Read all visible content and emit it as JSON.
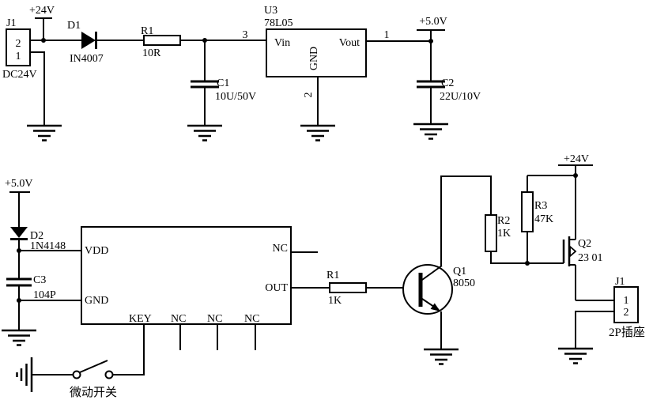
{
  "schematic": {
    "background": "#ffffff",
    "line_color": "#000000",
    "power": {
      "v24_top": "+24V",
      "v5_top": "+5.0V",
      "v5_bottom": "+5.0V",
      "v24_bottom": "+24V"
    },
    "top": {
      "j1": {
        "ref": "J1",
        "pin2": "2",
        "pin1": "1",
        "desc": "DC24V"
      },
      "d1": {
        "ref": "D1",
        "part": "IN4007"
      },
      "r1": {
        "ref": "R1",
        "value": "10R"
      },
      "c1": {
        "ref": "C1",
        "value": "10U/50V"
      },
      "u3": {
        "ref": "U3",
        "part": "78L05",
        "vin": "Vin",
        "vout": "Vout",
        "gnd": "GND",
        "pin3": "3",
        "pin1": "1",
        "pin2": "2"
      },
      "c2": {
        "ref": "C2",
        "value": "22U/10V"
      }
    },
    "bottom": {
      "d2": {
        "ref": "D2",
        "part": "1N4148"
      },
      "c3": {
        "ref": "C3",
        "value": "104P"
      },
      "ic": {
        "vdd": "VDD",
        "gnd": "GND",
        "key": "KEY",
        "nc1": "NC",
        "nc2": "NC",
        "nc3": "NC",
        "nc_right": "NC",
        "out": "OUT"
      },
      "switch": {
        "label": "微动开关"
      },
      "r1": {
        "ref": "R1",
        "value": "1K"
      },
      "q1": {
        "ref": "Q1",
        "part": "8050"
      },
      "r2": {
        "ref": "R2",
        "value": "1K"
      },
      "r3": {
        "ref": "R3",
        "value": "47K"
      },
      "q2": {
        "ref": "Q2",
        "part": "23 01"
      },
      "j1": {
        "ref": "J1",
        "pin1": "1",
        "pin2": "2",
        "desc": "2P插座"
      }
    }
  }
}
